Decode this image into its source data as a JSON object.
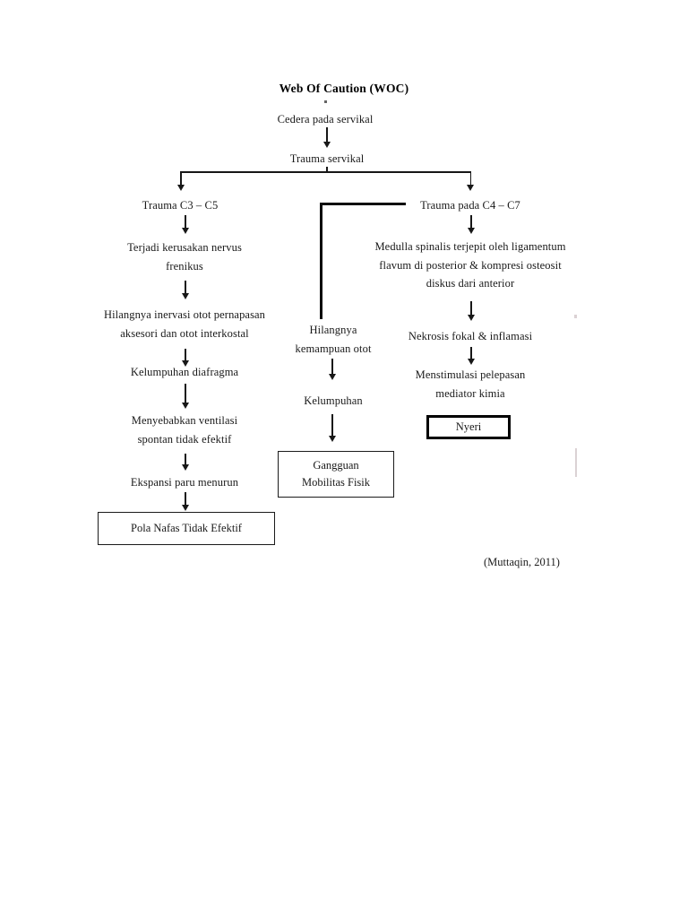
{
  "document": {
    "title": "Web Of Caution (WOC)",
    "citation": "(Muttaqin, 2011)",
    "background_color": "#ffffff",
    "text_color": "#191919",
    "line_color": "#171717"
  },
  "nodes": {
    "root": "Cedera pada servikal",
    "trauma_servikal": "Trauma servikal",
    "branch_left": "Trauma C3 – C5",
    "branch_right": "Trauma pada C4 – C7",
    "left": [
      "Terjadi kerusakan nervus\nfrenikus",
      "Hilangnya inervasi otot pernapasan\naksesori dan otot interkostal",
      "Kelumpuhan diafragma",
      "Menyebabkan  ventilasi\nspontan tidak  efektif",
      "Ekspansi paru menurun"
    ],
    "middle": [
      "Hilangnya\nkemampuan otot",
      "Kelumpuhan"
    ],
    "right": [
      "Medulla spinalis terjepit oleh ligamentum\nflavum di posterior & kompresi osteosit\ndiskus dari anterior",
      "Nekrosis fokal & inflamasi",
      "Menstimulasi  pelepasan\nmediator kimia"
    ]
  },
  "outcome_boxes": [
    {
      "id": "pola-nafas-tidak-efektif",
      "label": "Pola Nafas Tidak Efektif",
      "border": "normal"
    },
    {
      "id": "gangguan-mobilitas-fisik",
      "label": "Gangguan\nMobilitas Fisik",
      "border": "normal"
    },
    {
      "id": "nyeri",
      "label": "Nyeri",
      "border": "thick"
    }
  ]
}
